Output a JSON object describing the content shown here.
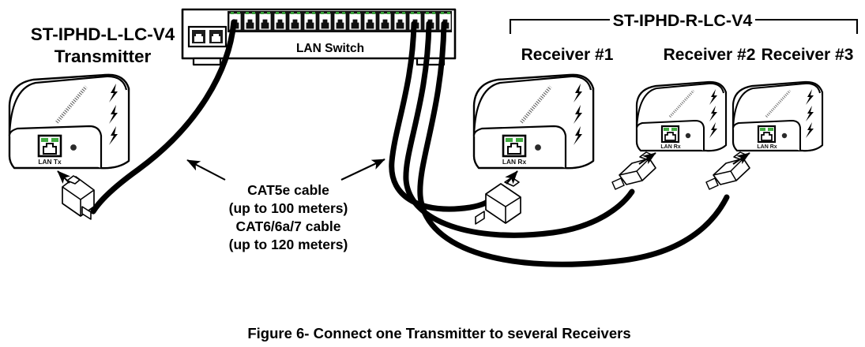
{
  "figure": {
    "caption": "Figure 6- Connect one Transmitter to several Receivers",
    "background_color": "#ffffff",
    "ink_color": "#000000",
    "led_color": "#3faa3f"
  },
  "transmitter": {
    "model_label": "ST-IPHD-L-LC-V4",
    "role_label": "Transmitter",
    "port_label": "LAN Tx"
  },
  "switch": {
    "label": "LAN Switch",
    "main_port_count": 15,
    "uplink_port_count": 2,
    "transmitter_port_index": 1,
    "receiver_port_indices": [
      13,
      14,
      15
    ]
  },
  "receiver_group": {
    "model_label": "ST-IPHD-R-LC-V4",
    "units": [
      {
        "label": "Receiver #1",
        "port_label": "LAN Rx",
        "size": "large"
      },
      {
        "label": "Receiver #2",
        "port_label": "LAN Rx",
        "size": "small"
      },
      {
        "label": "Receiver #3",
        "port_label": "LAN Rx",
        "size": "small"
      }
    ]
  },
  "cable_note": {
    "line1": "CAT5e cable",
    "line2": "(up to 100 meters)",
    "line3": "CAT6/6a/7 cable",
    "line4": "(up to 120 meters)"
  }
}
